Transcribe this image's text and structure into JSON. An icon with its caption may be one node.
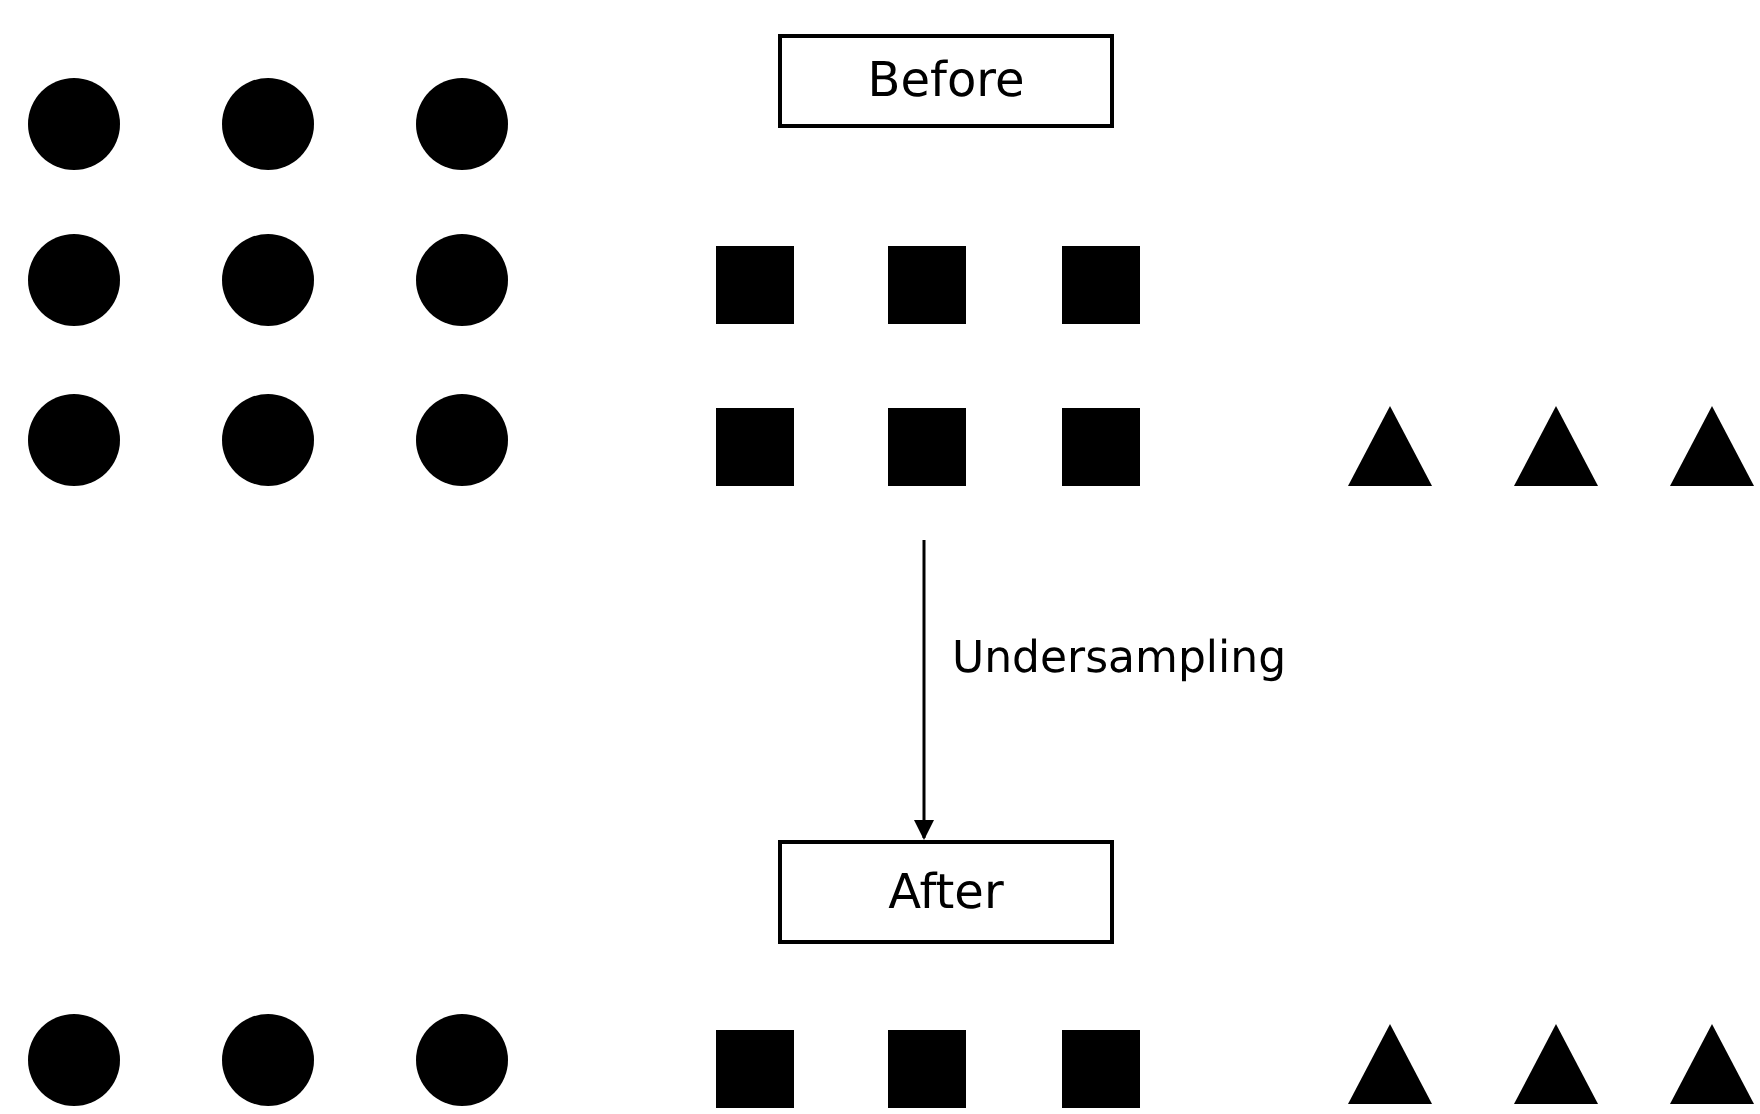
{
  "diagram": {
    "nodes": [
      {
        "text": [
          "Before"
        ]
      },
      {
        "text": [],
        "shape": "circle"
      },
      {
        "text": [],
        "shape": "circle"
      },
      {
        "text": [],
        "shape": "circle"
      },
      {
        "text": [],
        "shape": "circle"
      },
      {
        "text": [],
        "shape": "circle"
      },
      {
        "text": [],
        "shape": "circle"
      },
      {
        "text": [],
        "shape": "square"
      },
      {
        "text": [],
        "shape": "square"
      },
      {
        "text": [],
        "shape": "square"
      },
      {
        "text": [],
        "shape": "circle"
      },
      {
        "text": [],
        "shape": "circle"
      },
      {
        "text": [],
        "shape": "circle"
      },
      {
        "text": [],
        "shape": "square"
      },
      {
        "text": [],
        "shape": "square"
      },
      {
        "text": [],
        "shape": "square"
      },
      {
        "text": [],
        "shape": "triangle"
      },
      {
        "text": [],
        "shape": "triangle"
      },
      {
        "text": [],
        "shape": "triangle"
      },
      {
        "text": [
          "After"
        ]
      },
      {
        "text": [],
        "shape": "circle"
      },
      {
        "text": [],
        "shape": "circle"
      },
      {
        "text": [],
        "shape": "circle"
      },
      {
        "text": [],
        "shape": "square"
      },
      {
        "text": [],
        "shape": "square"
      },
      {
        "text": [],
        "shape": "square"
      },
      {
        "text": [],
        "shape": "triangle"
      },
      {
        "text": [],
        "shape": "triangle"
      },
      {
        "text": [],
        "shape": "triangle"
      }
    ],
    "edges": [
      {
        "from": null,
        "to": 19,
        "arrow": "to",
        "label": "Undersampling"
      }
    ]
  }
}
